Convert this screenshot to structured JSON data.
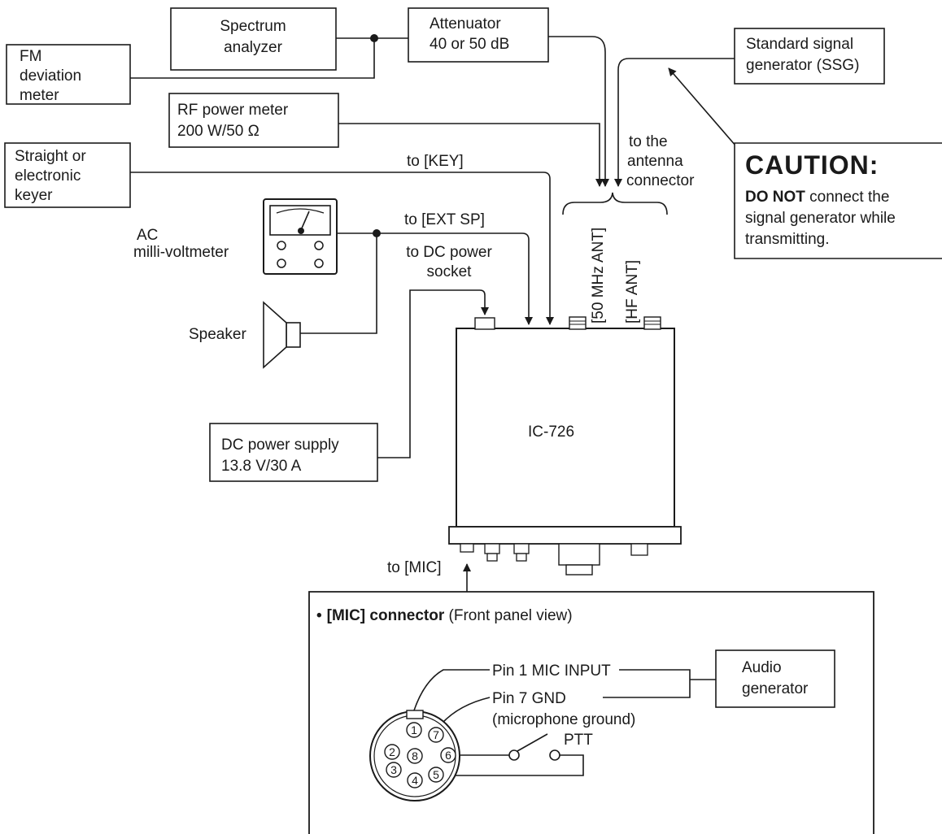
{
  "equipment": {
    "spectrum_analyzer": [
      "Spectrum",
      "analyzer"
    ],
    "attenuator": [
      "Attenuator",
      "40 or 50 dB"
    ],
    "fm_deviation_meter": [
      "FM",
      "deviation",
      "meter"
    ],
    "ssg": [
      "Standard signal",
      "generator (SSG)"
    ],
    "rf_power_meter": [
      "RF power meter",
      "200 W/50 Ω"
    ],
    "keyer": [
      "Straight or",
      "electronic",
      "keyer"
    ],
    "ac_millivoltmeter": [
      "AC",
      "milli-voltmeter"
    ],
    "speaker": "Speaker",
    "dc_power_supply": [
      "DC power supply",
      "13.8 V/30 A"
    ],
    "transceiver": "IC-726",
    "audio_generator": [
      "Audio",
      "generator"
    ]
  },
  "labels": {
    "to_key": "to [KEY]",
    "to_ext_sp": "to [EXT SP]",
    "to_dc_socket": [
      "to DC power",
      "socket"
    ],
    "to_antenna": [
      "to the",
      "antenna",
      "connector"
    ],
    "ant_50": "[50 MHz ANT]",
    "ant_hf": "[HF ANT]",
    "to_mic": "to [MIC]"
  },
  "caution": {
    "title": "CAUTION:",
    "bold": "DO NOT",
    "line1_rest": " connect the",
    "line2": "signal generator while",
    "line3": "transmitting."
  },
  "mic_section": {
    "heading_bullet": "•",
    "heading_bold": "[MIC] connector",
    "heading_rest": " (Front panel view)",
    "pin1": "Pin 1 MIC INPUT",
    "pin7": "Pin 7 GND",
    "pin7_note": "(microphone ground)",
    "ptt": "PTT",
    "pins": [
      "1",
      "2",
      "3",
      "4",
      "5",
      "6",
      "7",
      "8"
    ]
  }
}
